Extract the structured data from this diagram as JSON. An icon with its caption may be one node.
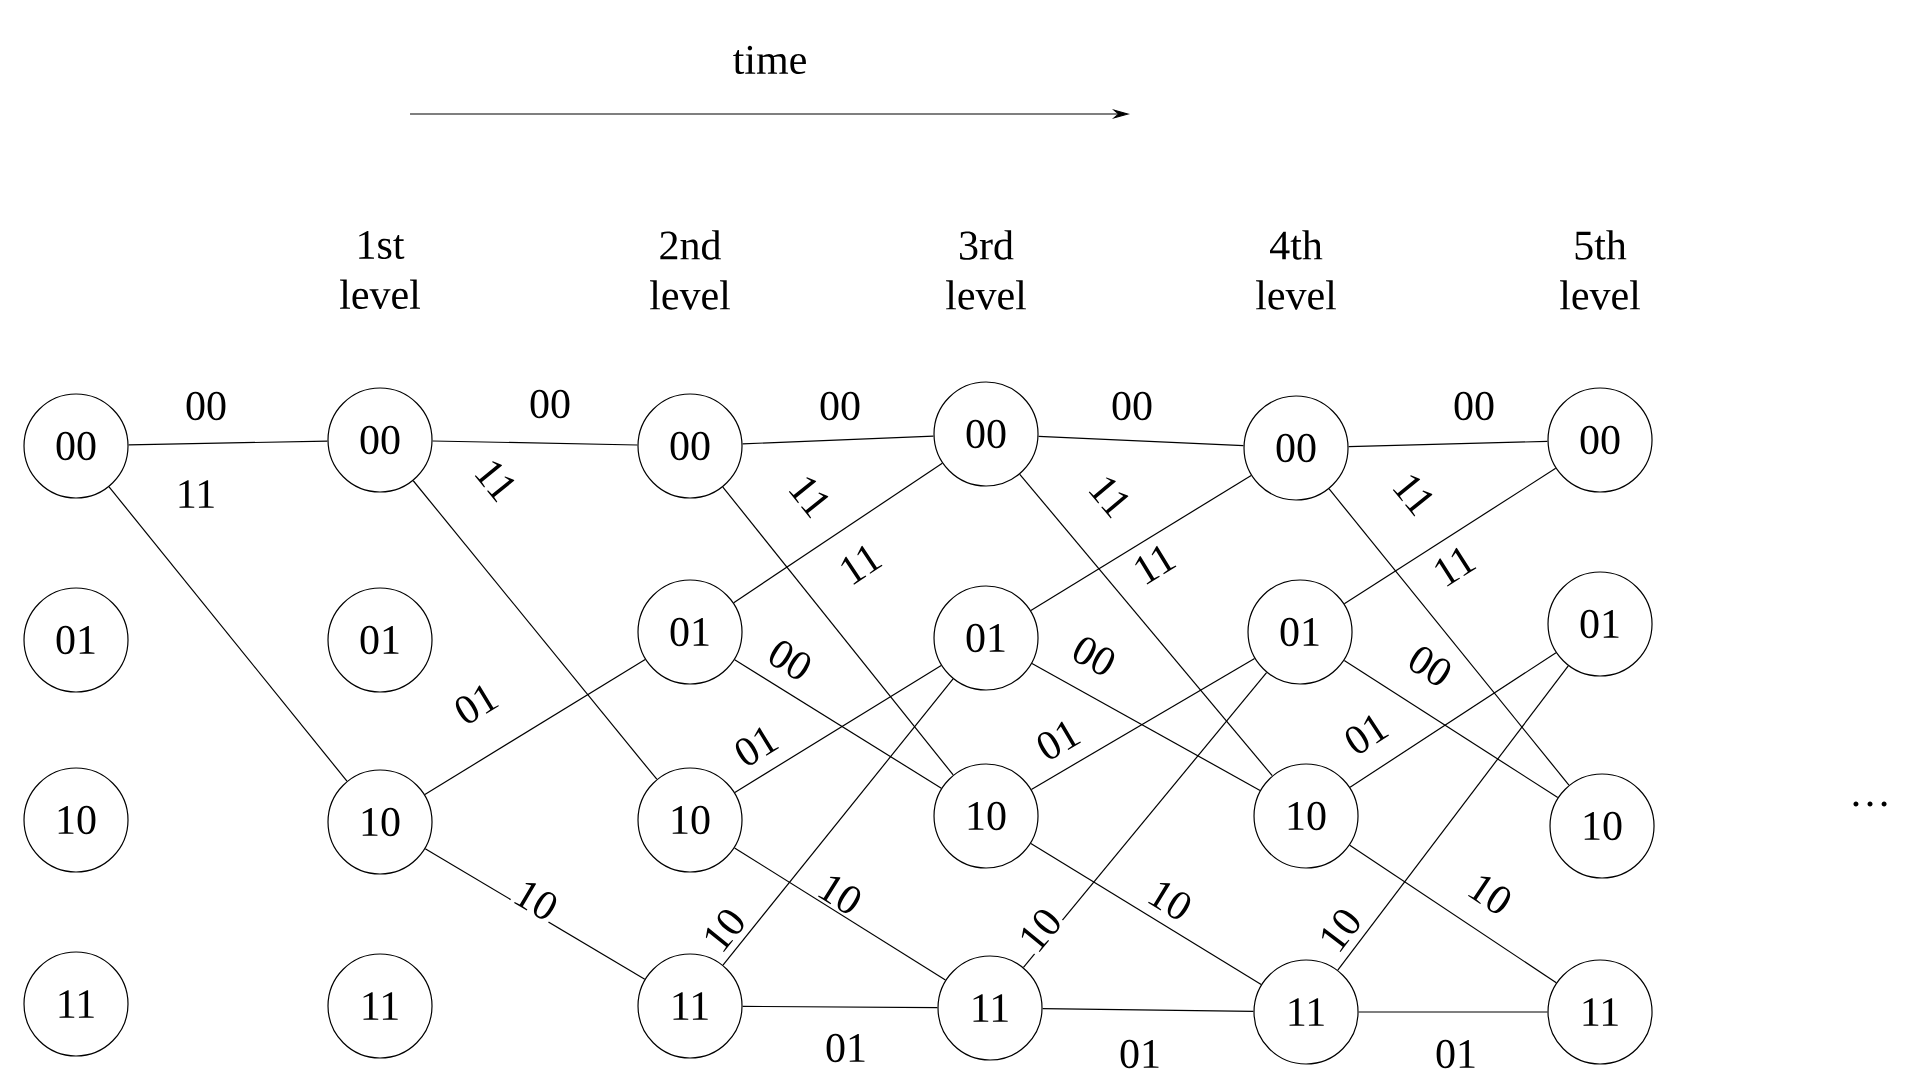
{
  "diagram": {
    "nodes": [
      {
        "text": [
          "00"
        ]
      },
      {
        "text": [
          "01"
        ]
      },
      {
        "text": [
          "10"
        ]
      },
      {
        "text": [
          "11"
        ]
      },
      {
        "text": [
          "00"
        ]
      },
      {
        "text": [
          "01"
        ]
      },
      {
        "text": [
          "10"
        ]
      },
      {
        "text": [
          "11"
        ]
      },
      {
        "text": [
          "00"
        ]
      },
      {
        "text": [
          "01"
        ]
      },
      {
        "text": [
          "10"
        ]
      },
      {
        "text": [
          "11"
        ]
      },
      {
        "text": [
          "00"
        ]
      },
      {
        "text": [
          "01"
        ]
      },
      {
        "text": [
          "10"
        ]
      },
      {
        "text": [
          "11"
        ]
      },
      {
        "text": [
          "00"
        ]
      },
      {
        "text": [
          "01"
        ]
      },
      {
        "text": [
          "10"
        ]
      },
      {
        "text": [
          "11"
        ]
      },
      {
        "text": [
          "00"
        ]
      },
      {
        "text": [
          "01"
        ]
      },
      {
        "text": [
          "10"
        ]
      },
      {
        "text": [
          "11"
        ]
      }
    ],
    "edges": [
      {
        "from": 0,
        "to": 4,
        "arrow": "none",
        "label": "00"
      },
      {
        "from": 0,
        "to": 6,
        "arrow": "none",
        "label": "11"
      },
      {
        "from": 4,
        "to": 8,
        "arrow": "none",
        "label": "00"
      },
      {
        "from": 4,
        "to": 10,
        "arrow": "none",
        "label": "11"
      },
      {
        "from": 6,
        "to": 9,
        "arrow": "none",
        "label": "01"
      },
      {
        "from": 6,
        "to": 11,
        "arrow": "none",
        "label": "10"
      },
      {
        "from": 8,
        "to": 12,
        "arrow": "none",
        "label": "00"
      },
      {
        "from": 8,
        "to": 14,
        "arrow": "none",
        "label": "11"
      },
      {
        "from": 9,
        "to": 12,
        "arrow": "none",
        "label": "11"
      },
      {
        "from": 9,
        "to": 14,
        "arrow": "none",
        "label": "00"
      },
      {
        "from": 10,
        "to": 13,
        "arrow": "none",
        "label": "01"
      },
      {
        "from": 10,
        "to": 15,
        "arrow": "none",
        "label": "10"
      },
      {
        "from": 11,
        "to": 13,
        "arrow": "none",
        "label": "10"
      },
      {
        "from": 11,
        "to": 15,
        "arrow": "none",
        "label": "01"
      },
      {
        "from": 12,
        "to": 16,
        "arrow": "none",
        "label": "00"
      },
      {
        "from": 12,
        "to": 18,
        "arrow": "none",
        "label": "11"
      },
      {
        "from": 13,
        "to": 16,
        "arrow": "none",
        "label": "11"
      },
      {
        "from": 13,
        "to": 18,
        "arrow": "none",
        "label": "00"
      },
      {
        "from": 14,
        "to": 17,
        "arrow": "none",
        "label": "01"
      },
      {
        "from": 14,
        "to": 19,
        "arrow": "none",
        "label": "10"
      },
      {
        "from": 15,
        "to": 17,
        "arrow": "none",
        "label": "10"
      },
      {
        "from": 15,
        "to": 19,
        "arrow": "none",
        "label": "01"
      },
      {
        "from": 16,
        "to": 20,
        "arrow": "none",
        "label": "00"
      },
      {
        "from": 16,
        "to": 22,
        "arrow": "none",
        "label": "11"
      },
      {
        "from": 17,
        "to": 20,
        "arrow": "none",
        "label": "11"
      },
      {
        "from": 17,
        "to": 22,
        "arrow": "none",
        "label": "00"
      },
      {
        "from": 18,
        "to": 21,
        "arrow": "none",
        "label": "01"
      },
      {
        "from": 18,
        "to": 23,
        "arrow": "none",
        "label": "10"
      },
      {
        "from": 19,
        "to": 21,
        "arrow": "none",
        "label": "10"
      },
      {
        "from": 19,
        "to": 23,
        "arrow": "none",
        "label": "01"
      }
    ],
    "labels": [
      "time",
      "1st level",
      "2nd level",
      "3rd level",
      "4th level",
      "5th level",
      "…"
    ]
  }
}
